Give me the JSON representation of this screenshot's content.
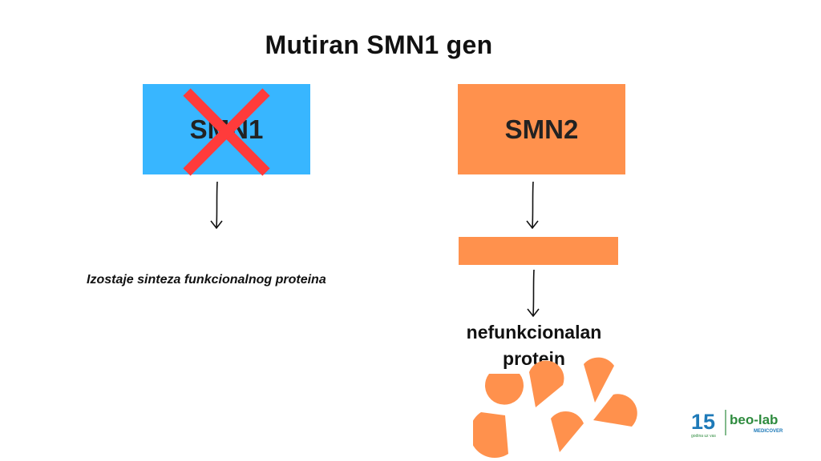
{
  "title": "Mutiran SMN1 gen",
  "left": {
    "gene_label": "SMN1",
    "gene_color": "#38b6ff",
    "cross_color": "#ff3b3b",
    "caption": "Izostaje sinteza funkcionalnog proteina"
  },
  "right": {
    "gene_label": "SMN2",
    "gene_color": "#ff914d",
    "result_line1": "nefunkcionalan",
    "result_line2": "protein",
    "fragment_color": "#ff914d"
  },
  "logo": {
    "number": "15",
    "tagline": "godina uz vas",
    "brand": "beo-lab",
    "sub_brand": "MEDICOVER",
    "brand_color": "#2e8b3e",
    "number_color": "#1e7ab8"
  }
}
